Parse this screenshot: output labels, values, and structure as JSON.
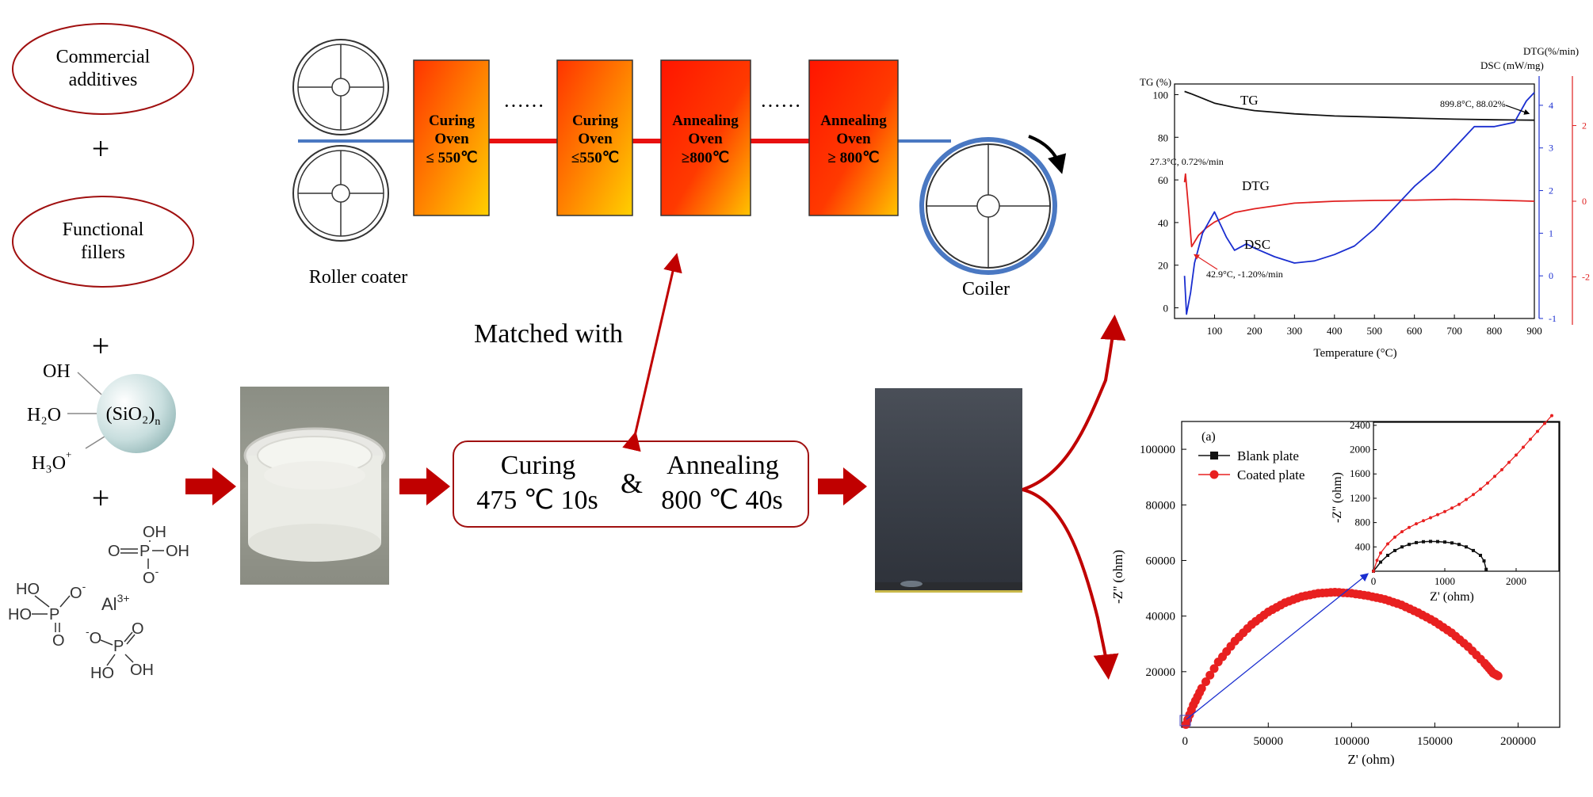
{
  "left": {
    "ingredient_1": [
      "Commercial",
      "additives"
    ],
    "ingredient_2": [
      "Functional",
      "fillers"
    ],
    "plus": "+",
    "silica": {
      "oh": "OH",
      "h2o": "H₂O",
      "h3o": "H₃O",
      "h3o_sup": "+",
      "core": "(SiO₂)",
      "core_sub": "n"
    },
    "phosphate": {
      "p1": {
        "oh": "OH",
        "o": "O",
        "p": "P",
        "oh2": "OH",
        "o2": "O",
        "o2_sup": "-"
      },
      "p2": {
        "ho": "HO",
        "o": "O",
        "o_sup": "-",
        "ho2": "HO",
        "p": "P",
        "o2": "O"
      },
      "al": "Al",
      "al_sup": "3+",
      "p3": {
        "o": "O",
        "o_sup": "-",
        "p": "P",
        "o2": "O",
        "ho": "HO",
        "oh": "OH"
      }
    }
  },
  "line": {
    "roller_label": "Roller coater",
    "coiler_label": "Coiler",
    "dots": "······",
    "ovens": [
      {
        "lines": [
          "Curing",
          "Oven",
          "≤ 550℃"
        ],
        "type": "curing"
      },
      {
        "lines": [
          "Curing",
          "Oven",
          "≤550℃"
        ],
        "type": "curing"
      },
      {
        "lines": [
          "Annealing",
          "Oven",
          "≥800℃"
        ],
        "type": "annealing"
      },
      {
        "lines": [
          "Annealing",
          "Oven",
          "≥ 800℃"
        ],
        "type": "annealing"
      }
    ]
  },
  "process": {
    "matched_with": "Matched with",
    "curing_title": "Curing",
    "curing_value": "475 ℃  10s",
    "amp": "&",
    "annealing_title": "Annealing",
    "annealing_value": "800 ℃  40s"
  },
  "colors": {
    "dark_red": "#c00000",
    "arrow_red": "#c00000",
    "strip_blue": "#4a78c2",
    "strip_red": "#e81010",
    "tg_black": "#111111",
    "dtg_red": "#e02020",
    "dsc_blue": "#1a2ed0",
    "eis_red": "#e82020",
    "eis_black": "#111111"
  },
  "chart_data": [
    {
      "type": "line",
      "title": "",
      "xlabel": "Temperature (°C)",
      "xlim": [
        0,
        900
      ],
      "x_ticks": [
        "100",
        "200",
        "300",
        "400",
        "500",
        "600",
        "700",
        "800",
        "900"
      ],
      "axes": {
        "tg": {
          "label": "TG (%)",
          "ylim": [
            -5,
            105
          ],
          "ticks": [
            "0",
            "20",
            "40",
            "60",
            "80",
            "100"
          ]
        },
        "dsc": {
          "label": "DSC (mW/mg)",
          "ylim": [
            -1,
            4.5
          ],
          "ticks": [
            "-1",
            "0",
            "1",
            "2",
            "3",
            "4"
          ]
        },
        "dtg": {
          "label": "DTG(%/min)",
          "ylim": [
            -3.1,
            3.1
          ],
          "ticks": [
            "-2",
            "0",
            "2"
          ]
        }
      },
      "series": [
        {
          "name": "TG",
          "axis": "tg",
          "x": [
            25,
            40,
            60,
            100,
            150,
            200,
            300,
            400,
            500,
            600,
            700,
            800,
            900
          ],
          "y": [
            101.5,
            100.5,
            99,
            96,
            94,
            92.5,
            91,
            90,
            89.5,
            89,
            88.5,
            88.2,
            88.02
          ]
        },
        {
          "name": "DTG",
          "axis": "dtg",
          "x": [
            25,
            27.3,
            35,
            42.9,
            60,
            80,
            100,
            150,
            200,
            300,
            400,
            500,
            600,
            700,
            800,
            900
          ],
          "y": [
            0.5,
            0.72,
            -0.2,
            -1.2,
            -0.9,
            -0.7,
            -0.55,
            -0.3,
            -0.2,
            -0.05,
            0.0,
            0.02,
            0.03,
            0.05,
            0.03,
            0.0
          ]
        },
        {
          "name": "DSC",
          "axis": "dsc",
          "x": [
            25,
            30,
            40,
            50,
            70,
            100,
            130,
            150,
            180,
            200,
            250,
            300,
            350,
            400,
            450,
            500,
            550,
            600,
            650,
            700,
            750,
            800,
            850,
            880,
            900
          ],
          "y": [
            0.0,
            -0.9,
            -0.4,
            0.3,
            1.0,
            1.5,
            0.9,
            0.6,
            0.75,
            0.65,
            0.45,
            0.3,
            0.35,
            0.5,
            0.7,
            1.1,
            1.6,
            2.1,
            2.5,
            3.0,
            3.5,
            3.5,
            3.6,
            4.1,
            4.3
          ]
        }
      ],
      "annotations": [
        {
          "text": "TG"
        },
        {
          "text": "DTG"
        },
        {
          "text": "DSC"
        },
        {
          "text": "27.3°C, 0.72%/min"
        },
        {
          "text": "42.9°C, -1.20%/min"
        },
        {
          "text": "899.8°C, 88.02%"
        }
      ]
    },
    {
      "type": "scatter",
      "title": "(a)",
      "xlabel": "Z' (ohm)",
      "ylabel": "-Z'' (ohm)",
      "xlim": [
        -2000,
        225000
      ],
      "ylim": [
        0,
        110000
      ],
      "x_ticks": [
        "0",
        "50000",
        "100000",
        "150000",
        "200000"
      ],
      "y_ticks": [
        "20000",
        "40000",
        "60000",
        "80000",
        "100000"
      ],
      "legend": "top-left",
      "series": [
        {
          "name": "Blank plate",
          "x": [
            0,
            100,
            200,
            300,
            400,
            500,
            600,
            700,
            800,
            900,
            1000,
            1100,
            1200,
            1300,
            1400,
            1500,
            1550,
            1580
          ],
          "y": [
            0,
            150,
            260,
            340,
            400,
            440,
            470,
            485,
            490,
            488,
            480,
            465,
            440,
            400,
            340,
            260,
            170,
            30
          ]
        },
        {
          "name": "Coated plate",
          "x": [
            500,
            5000,
            10000,
            20000,
            30000,
            40000,
            50000,
            60000,
            70000,
            80000,
            90000,
            100000,
            110000,
            120000,
            130000,
            140000,
            150000,
            160000,
            170000,
            180000,
            185000,
            188000
          ],
          "y": [
            1000,
            8000,
            14000,
            23500,
            31000,
            37000,
            41500,
            44800,
            47000,
            48200,
            48600,
            48200,
            47300,
            46000,
            44000,
            41200,
            38000,
            34000,
            29000,
            23000,
            19500,
            18500
          ]
        }
      ],
      "inset": {
        "xlabel": "Z' (ohm)",
        "ylabel": "-Z'' (ohm)",
        "xlim": [
          0,
          2600
        ],
        "ylim": [
          0,
          2450
        ],
        "x_ticks": [
          "0",
          "1000",
          "2000"
        ],
        "y_ticks": [
          "400",
          "800",
          "1200",
          "1600",
          "2000",
          "2400"
        ],
        "series": [
          {
            "name": "Blank plate",
            "x": [
              0,
              100,
              200,
              300,
              400,
              500,
              600,
              700,
              800,
              900,
              1000,
              1100,
              1200,
              1300,
              1400,
              1500,
              1550,
              1580
            ],
            "y": [
              0,
              150,
              260,
              340,
              400,
              440,
              470,
              485,
              490,
              488,
              480,
              465,
              440,
              400,
              340,
              260,
              170,
              30
            ]
          },
          {
            "name": "Coated plate",
            "x": [
              0,
              50,
              100,
              200,
              300,
              400,
              500,
              600,
              700,
              800,
              900,
              1000,
              1100,
              1200,
              1300,
              1400,
              1500,
              1600,
              1700,
              1800,
              1900,
              2000,
              2100,
              2200,
              2300,
              2400,
              2500
            ],
            "y": [
              0,
              180,
              300,
              450,
              560,
              650,
              720,
              780,
              830,
              880,
              930,
              980,
              1040,
              1100,
              1180,
              1260,
              1350,
              1450,
              1560,
              1670,
              1790,
              1910,
              2040,
              2170,
              2300,
              2430,
              2560
            ]
          }
        ]
      }
    }
  ]
}
